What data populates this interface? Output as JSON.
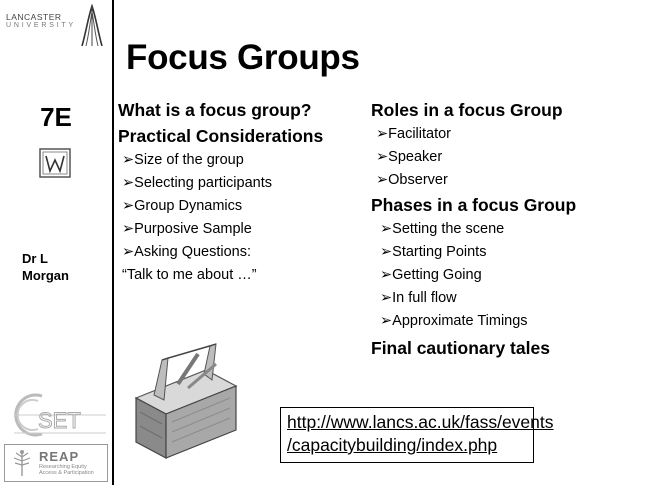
{
  "sidebar": {
    "university_line1": "LANCASTER",
    "university_line2": "UNIVERSITY",
    "code": "7E",
    "author_line1": "Dr L",
    "author_line2": "Morgan",
    "set_logo_text": "SET",
    "reap_title": "REAP",
    "reap_sub1": "Researching Equity",
    "reap_sub2": "Access & Participation"
  },
  "slide": {
    "title": "Focus Groups",
    "left_column": {
      "heading1": "What is a focus group?",
      "heading2": "Practical Considerations",
      "items": [
        "Size of the group",
        "Selecting participants",
        "Group Dynamics",
        "Purposive Sample",
        "Asking Questions:"
      ],
      "quote": "“Talk to me about …”"
    },
    "right_column": {
      "roles_heading": "Roles in a focus Group",
      "roles": [
        "Facilitator",
        "Speaker",
        "Observer"
      ],
      "phases_heading": "Phases in a focus Group",
      "phases": [
        "Setting the scene",
        "Starting Points",
        "Getting Going",
        "In full flow",
        "Approximate Timings"
      ],
      "final_heading": "Final cautionary tales"
    },
    "link_line1": "http://www.lancs.ac.uk/fass/events",
    "link_line2": "/capacitybuilding/index.php"
  },
  "bullet_glyph": "➢",
  "icons": [
    "lancaster-crest-icon",
    "w-document-icon",
    "set-logo-icon",
    "reap-logo-icon",
    "toolbox-icon"
  ]
}
